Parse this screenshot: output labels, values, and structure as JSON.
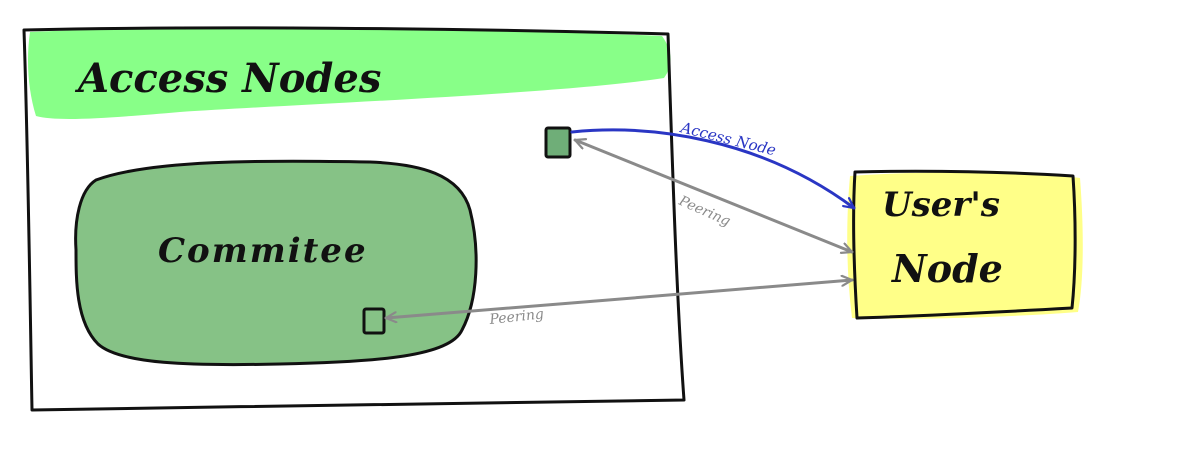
{
  "access_nodes_group": {
    "title": "Access Nodes"
  },
  "committee": {
    "label": "Commitee"
  },
  "users_node": {
    "label_line1": "User's",
    "label_line2": "Node"
  },
  "connections": {
    "access_node_label": "Access Node",
    "peering_top_label": "Peering",
    "peering_bottom_label": "Peering"
  },
  "colors": {
    "green_highlight": "#88ff88",
    "committee_fill": "#86c286",
    "node_square_fill": "#6fae78",
    "users_node_fill": "#ffff88",
    "access_arrow": "#2a36c4",
    "peering_arrow": "#8a8a8a",
    "outline": "#111111"
  }
}
